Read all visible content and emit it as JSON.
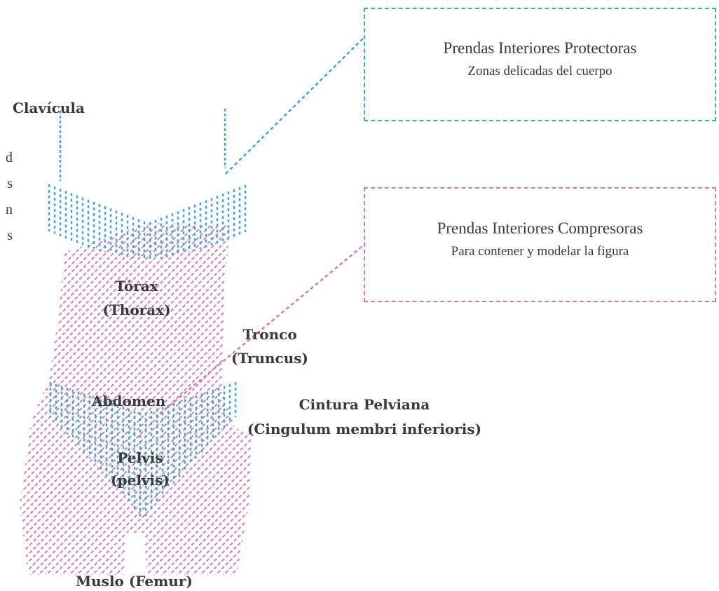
{
  "colors": {
    "protective": "#3aa9d1",
    "compressive": "#d47ab5",
    "text": "#3a3a3a"
  },
  "boxes": {
    "protective": {
      "title": "Prendas Interiores Protectoras",
      "subtitle": "Zonas delicadas del cuerpo"
    },
    "compressive": {
      "title": "Prendas Interiores Compresoras",
      "subtitle": "Para contener y modelar la figura"
    }
  },
  "labels": {
    "clavicula": "Clavícula",
    "torax": "Tórax",
    "torax_latin": "(Thorax)",
    "tronco": "Tronco",
    "tronco_latin": "(Truncus)",
    "abdomen": "Abdomen",
    "cintura": "Cintura Pelviana",
    "cintura_latin": "(Cingulum membri inferioris)",
    "pelvis": "Pelvis",
    "pelvis_latin": "(pelvis)",
    "muslo": "Muslo (Femur)"
  },
  "cut_off_text": [
    "d",
    "s",
    "n",
    "s"
  ]
}
